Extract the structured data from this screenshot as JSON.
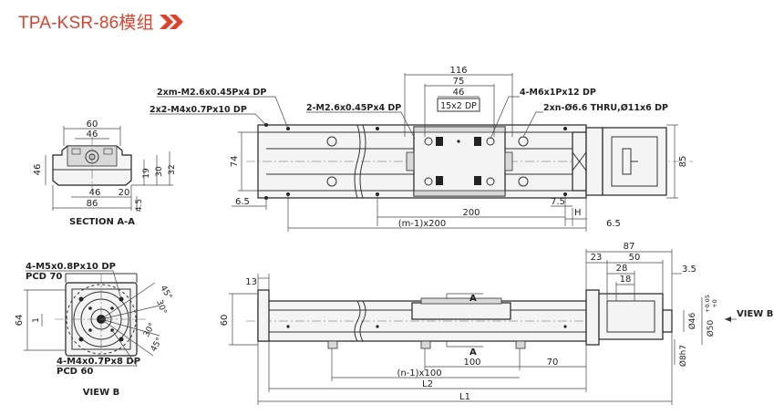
{
  "header": {
    "title": "TPA-KSR-86模组"
  },
  "section_aa": {
    "caption": "SECTION A-A",
    "dims": {
      "d60": "60",
      "d46_top": "46",
      "d46_left": "46",
      "d46_bottom": "46",
      "d20": "20",
      "d86": "86",
      "d19": "19",
      "d30": "30",
      "d32": "32",
      "d4_5": "4.5"
    }
  },
  "view_b": {
    "caption": "VIEW B",
    "callout_top": "4-M5x0.8Px10 DP",
    "callout_top_pcd": "PCD 70",
    "callout_bottom": "4-M4x0.7Px8 DP",
    "callout_bottom_pcd": "PCD 60",
    "dims": {
      "d64": "64",
      "d1": "1",
      "a45a": "45°",
      "a30a": "30°",
      "a30b": "30°",
      "a45b": "45°"
    }
  },
  "top_view": {
    "callouts": {
      "c1": "2xm-M2.6x0.45Px4 DP",
      "c2": "2x2-M4x0.7Px10 DP",
      "c3": "2-M2.6x0.45Px4 DP",
      "c4": "4-M6x1Px12 DP",
      "c5": "2xn-Ø6.6 THRU,Ø11x6 DP"
    },
    "dims": {
      "d116": "116",
      "d75": "75",
      "d46": "46",
      "d15x2": "15x2 DP",
      "d74": "74",
      "d85": "85",
      "d6_5a": "6.5",
      "d6_5b": "6.5",
      "d7_5": "7.5",
      "d200": "200",
      "dH": "H",
      "dn200": "(m-1)x200"
    }
  },
  "side_view": {
    "view_label": "VIEW B",
    "dims": {
      "d13": "13",
      "d60": "60",
      "d87": "87",
      "d23": "23",
      "d50": "50",
      "d28": "28",
      "d18": "18",
      "d3_5": "3.5",
      "d100": "100",
      "d70": "70",
      "dn100": "(n-1)x100",
      "dL2": "L2",
      "dL1": "L1",
      "dA_top": "A",
      "dA_bot": "A",
      "d46dia": "Ø46",
      "d50dia": "Ø50",
      "d50tol": "+0.05",
      "d50tol2": "+0",
      "d8h7": "Ø8h7"
    }
  }
}
